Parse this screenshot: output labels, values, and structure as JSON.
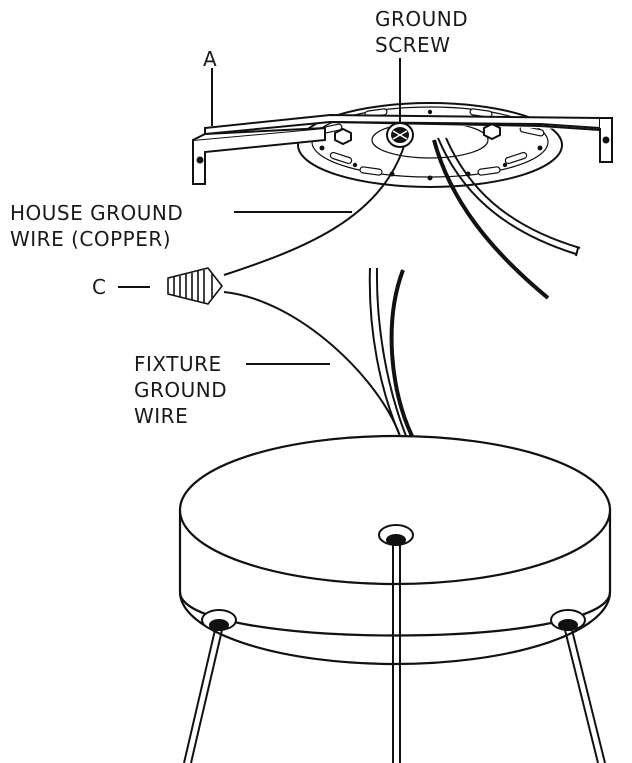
{
  "labels": {
    "ground_screw_line1": "GROUND",
    "ground_screw_line2": "SCREW",
    "part_a": "A",
    "house_ground_line1": "HOUSE GROUND",
    "house_ground_line2": "WIRE (COPPER)",
    "part_c": "C",
    "fixture_ground_line1": "FIXTURE",
    "fixture_ground_line2": "GROUND",
    "fixture_ground_line3": "WIRE"
  },
  "colors": {
    "ink": "#111111",
    "background": "#ffffff"
  }
}
